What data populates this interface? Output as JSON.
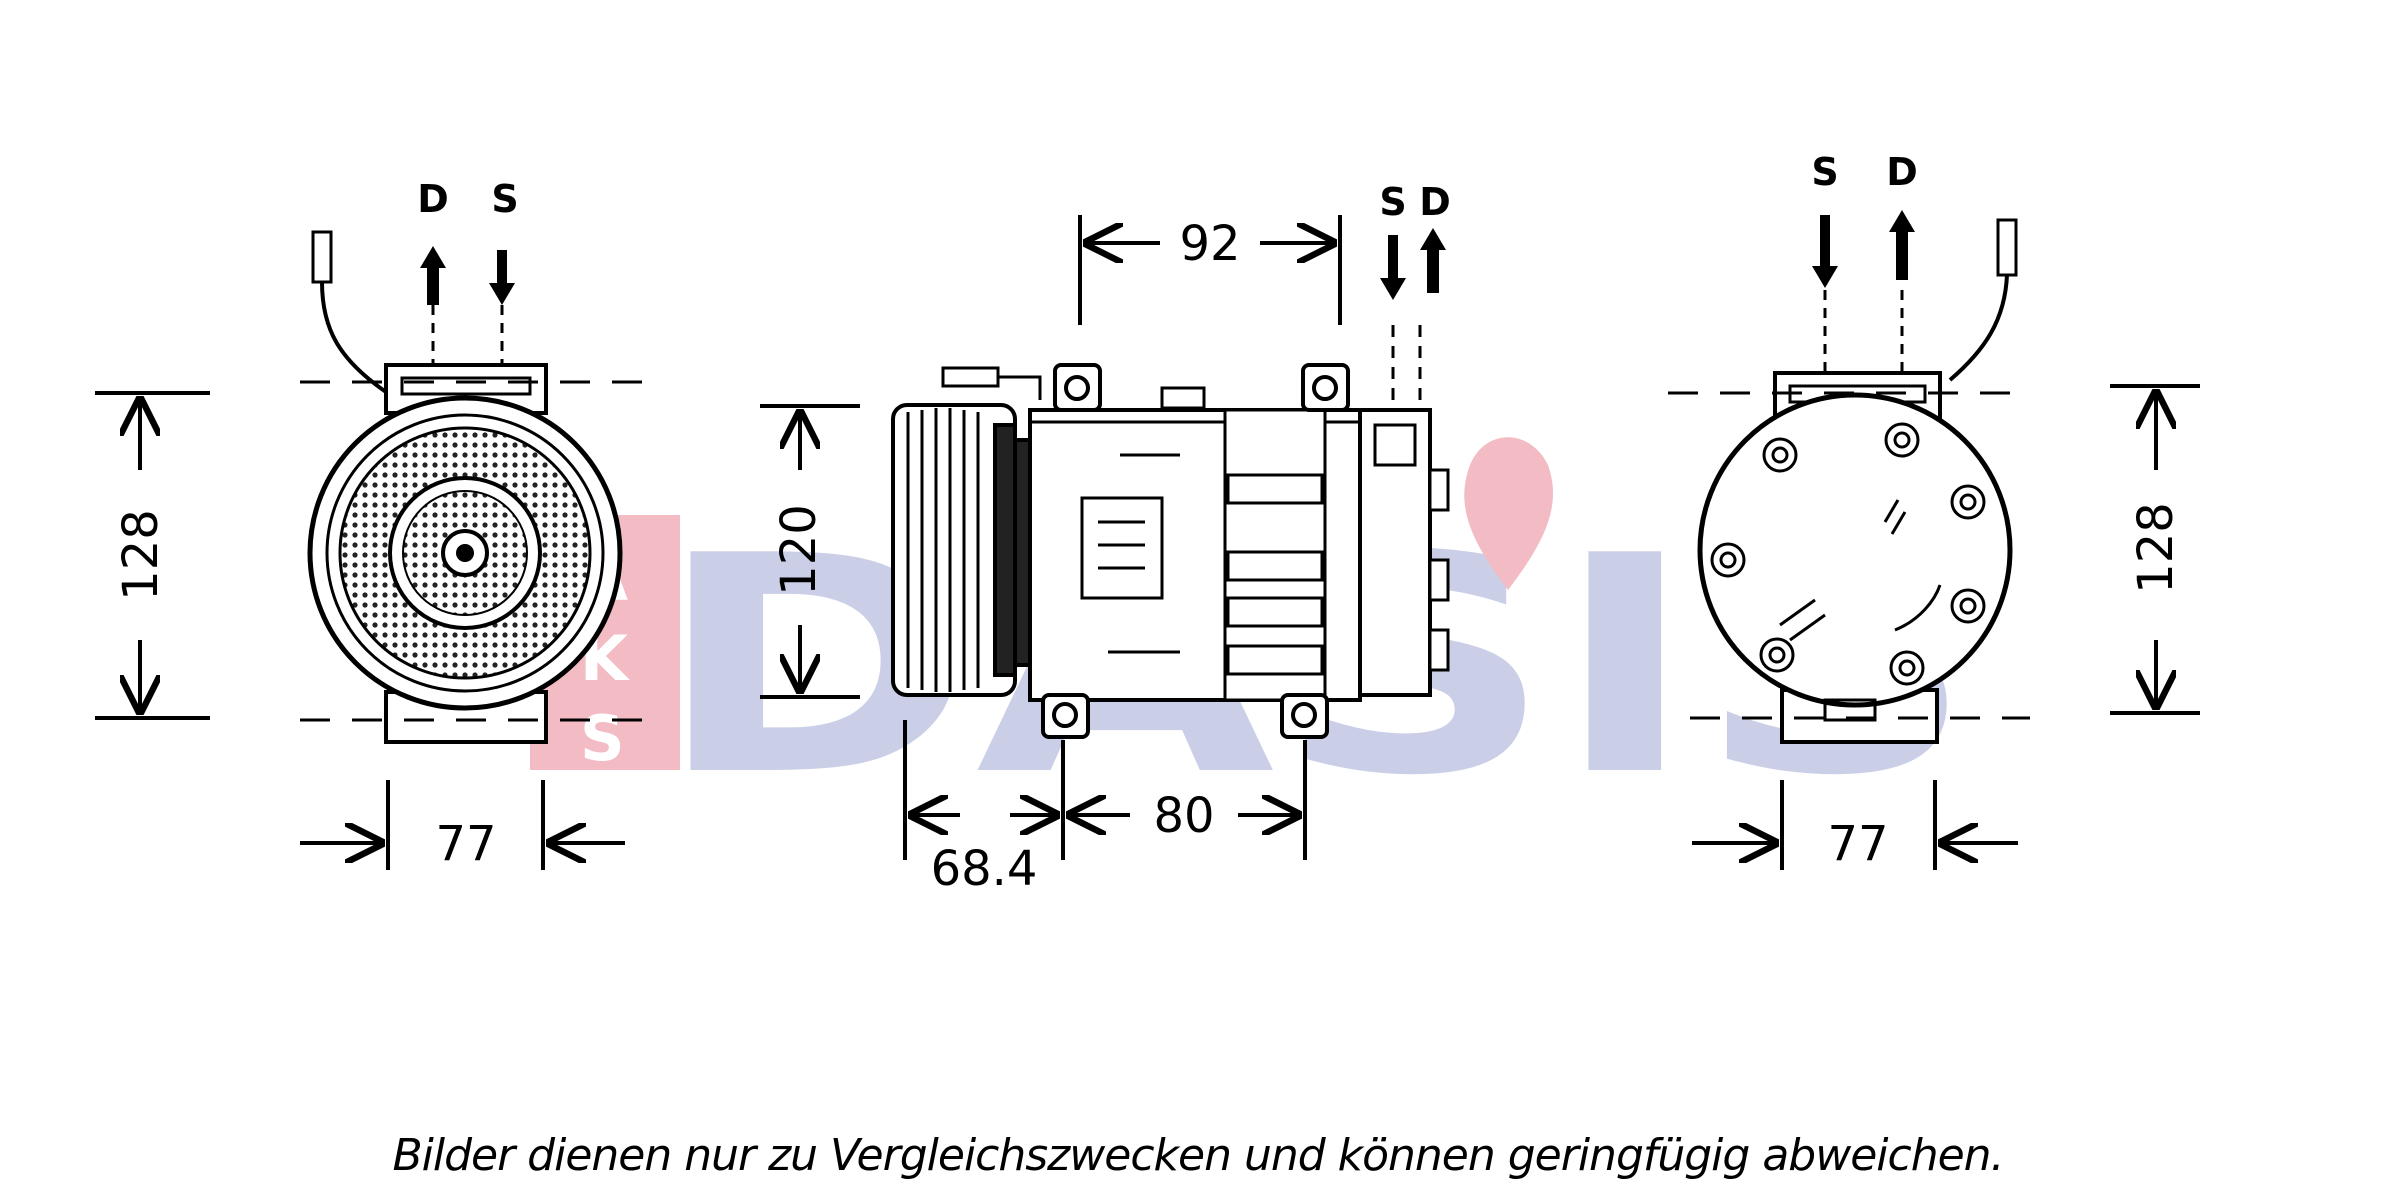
{
  "watermark": {
    "logo_text": "DASIS",
    "side_letters": [
      "A",
      "K",
      "S"
    ],
    "color_blue": "#c8cde6",
    "color_pink": "#f3b8c0"
  },
  "views": {
    "front": {
      "flow_left": "D",
      "flow_right": "S",
      "height_label": "128",
      "width_label": "77"
    },
    "side": {
      "flow_left": "S",
      "flow_right": "D",
      "length_label": "92",
      "height_label": "120",
      "pulley_label": "68.4",
      "mount_label": "80"
    },
    "rear": {
      "flow_left": "S",
      "flow_right": "D",
      "height_label": "128",
      "width_label": "77"
    }
  },
  "disclaimer": "Bilder dienen nur zu Vergleichszwecken und können geringfügig abweichen."
}
